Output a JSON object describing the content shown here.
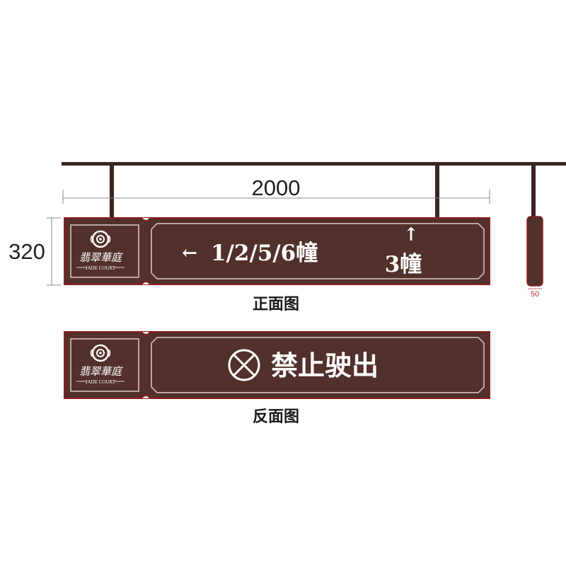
{
  "dimensions": {
    "width_label": "2000",
    "height_label": "320",
    "thickness_label": "50"
  },
  "front_view": {
    "caption": "正面图",
    "logo": {
      "name": "翡翠華庭",
      "subtitle": "JADE COURT"
    },
    "direction_left": {
      "arrow": "←",
      "text": "1/2/5/6幢"
    },
    "direction_up": {
      "arrow": "↑",
      "text": "3幢"
    }
  },
  "back_view": {
    "caption": "反面图",
    "logo": {
      "name": "翡翠華庭",
      "subtitle": "JADE COURT"
    },
    "message": "禁止驶出"
  },
  "colors": {
    "sign_body": "#52302b",
    "sign_edge": "#8b1f1c",
    "inner_line": "#ffffff",
    "beam": "#3a2522"
  }
}
